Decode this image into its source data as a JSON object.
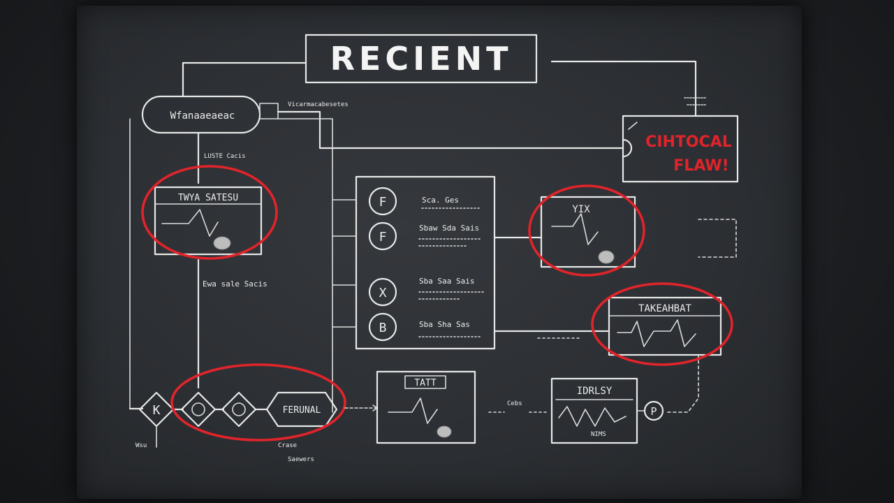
{
  "title": "RECIENT",
  "critical_note": [
    "CIHTOCAL",
    "FLAW!"
  ],
  "nodes": {
    "input_label": "Wfanaaeaeac",
    "input_note": "Vicarmacabesetes",
    "left_box_header": "TWYA SATESU",
    "left_caption": "LUSTE Cacis",
    "left_subcaption": "Ewa sale Sacis",
    "panel_rows": [
      {
        "symbol": "F",
        "text": "Sca. Ges"
      },
      {
        "symbol": "F",
        "text": "Sbaw Sda Sais"
      },
      {
        "symbol": "X",
        "text": "Sba Saa Sais"
      },
      {
        "symbol": "B",
        "text": "Sba Sha Sas"
      }
    ],
    "right_top_box": "YIX",
    "right_mid_box": "TAKEAHBAT",
    "bottom_mid_box": "TATT",
    "bottom_right_box": "IDRLSY",
    "bottom_right_note": "NIMS",
    "bottom_right_symbol": "P",
    "bottom_left_symbol": "K",
    "bottom_left_caption": "Wsu",
    "flow_terminal": "FERUNAL",
    "bottom_connector_label": "Cebs",
    "bottom_notes": [
      "Crase",
      "Saewers"
    ]
  },
  "colors": {
    "chalk": "#e8e8e8",
    "slate": "#2c2f33",
    "highlight_red": "#e0242b"
  }
}
